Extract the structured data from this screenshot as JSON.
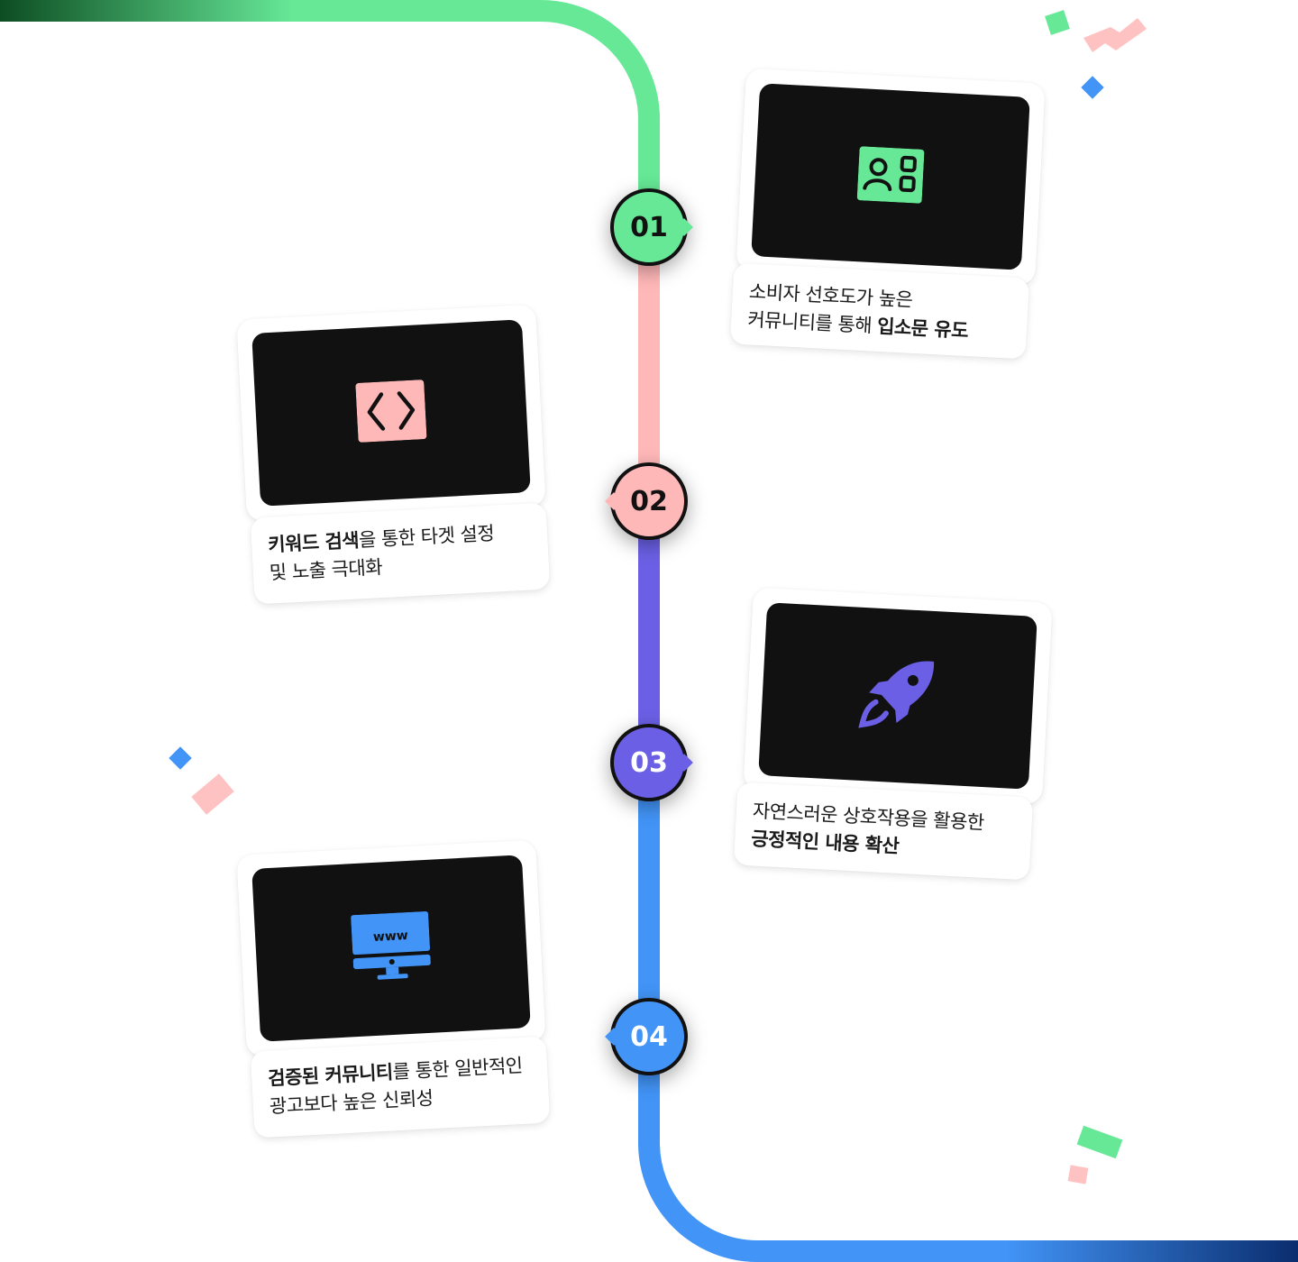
{
  "colors": {
    "green": "#66E897",
    "pink": "#FFB8B8",
    "purple": "#6B60E5",
    "blue": "#4294F7",
    "dark_green": "#0D4D22",
    "navy": "#0A2D6E",
    "screen": "#111111"
  },
  "steps": [
    {
      "number": "01",
      "icon": "id-card-icon",
      "caption_line1": "소비자 선호도가 높은",
      "caption_line2_regular": "커뮤니티를 통해 ",
      "caption_line2_bold": "입소문 유도"
    },
    {
      "number": "02",
      "icon": "code-brackets-icon",
      "caption_line1_bold": "키워드 검색",
      "caption_line1_regular": "을 통한 타겟 설정",
      "caption_line2": "및 노출 극대화"
    },
    {
      "number": "03",
      "icon": "rocket-icon",
      "caption_line1": "자연스러운 상호작용을 활용한",
      "caption_line2_bold": "긍정적인 내용 확산"
    },
    {
      "number": "04",
      "icon": "www-monitor-icon",
      "monitor_text": "www",
      "caption_line1_bold": "검증된 커뮤니티",
      "caption_line1_regular": "를 통한 일반적인",
      "caption_line2": "광고보다 높은 신뢰성"
    }
  ]
}
